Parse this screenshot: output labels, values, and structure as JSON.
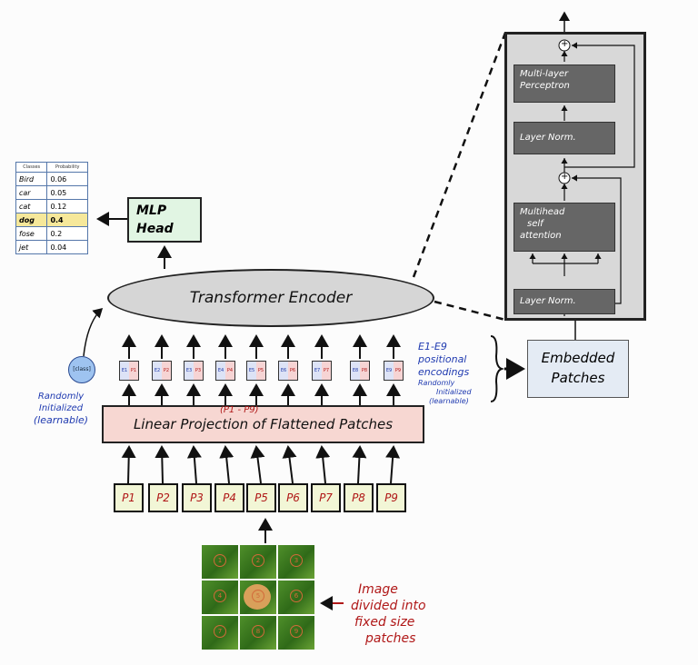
{
  "class_table": {
    "headers": [
      "Classes",
      "Probability"
    ],
    "rows": [
      {
        "label": "Bird",
        "value": "0.06"
      },
      {
        "label": "car",
        "value": "0.05"
      },
      {
        "label": "cat",
        "value": "0.12"
      },
      {
        "label": "dog",
        "value": "0.4",
        "highlight": true
      },
      {
        "label": "fose",
        "value": "0.2"
      },
      {
        "label": "jet",
        "value": "0.04"
      }
    ]
  },
  "mlp_head": {
    "line1": "MLP",
    "line2": "Head"
  },
  "transformer_encoder": "Transformer Encoder",
  "linear_projection": "Linear Projection of Flattened Patches",
  "projection_range": "(P1 - P9)",
  "cls_token": {
    "label": "[class]",
    "note1": "Randomly",
    "note2": "Initialized",
    "note3": "(learnable)"
  },
  "tokens": [
    {
      "e": "E1",
      "p": "P1"
    },
    {
      "e": "E2",
      "p": "P2"
    },
    {
      "e": "E3",
      "p": "P3"
    },
    {
      "e": "E4",
      "p": "P4"
    },
    {
      "e": "E5",
      "p": "P5"
    },
    {
      "e": "E6",
      "p": "P6"
    },
    {
      "e": "E7",
      "p": "P7"
    },
    {
      "e": "E8",
      "p": "P8"
    },
    {
      "e": "E9",
      "p": "P9"
    }
  ],
  "patches": [
    "P1",
    "P2",
    "P3",
    "P4",
    "P5",
    "P6",
    "P7",
    "P8",
    "P9"
  ],
  "positional_note": {
    "line1": "E1-E9",
    "line2": "positional",
    "line3": "encodings",
    "line4": "Randomly",
    "line5": "Initialized",
    "line6": "(learnable)"
  },
  "embedded_patches": {
    "line1": "Embedded",
    "line2": "Patches"
  },
  "encoder_block": {
    "mlp": {
      "line1": "Multi-layer",
      "line2": "Perceptron"
    },
    "norm_top": "Layer Norm.",
    "attention": {
      "line1": "Multihead",
      "line2": "self",
      "line3": "attention"
    },
    "norm_bottom": "Layer Norm.",
    "add_symbol": "+"
  },
  "image_caption": {
    "line1": "Image",
    "line2": "divided into",
    "line3": "fixed size",
    "line4": "patches"
  },
  "image_cells": [
    "1",
    "2",
    "3",
    "4",
    "5",
    "6",
    "7",
    "8",
    "9"
  ]
}
